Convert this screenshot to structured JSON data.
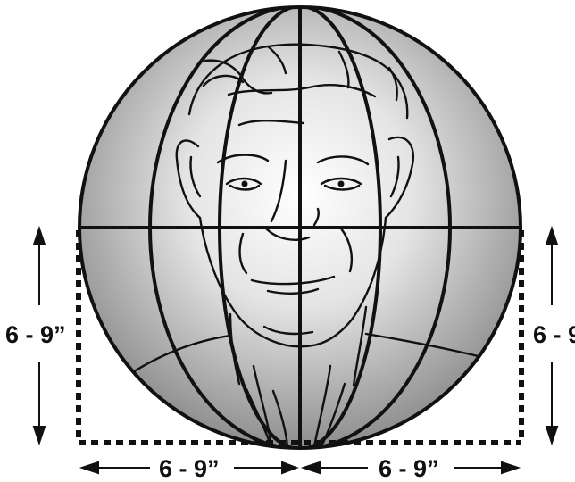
{
  "diagram": {
    "labels": {
      "left_height": "6 - 9”",
      "right_height": "6 - 9",
      "bottom_left_width": "6 - 9”",
      "bottom_right_width": "6 - 9”"
    },
    "colors": {
      "ink": "#111111",
      "sphere_highlight": "#ffffff",
      "sphere_shade": "#8f8f8f",
      "background": "#ffffff"
    }
  }
}
